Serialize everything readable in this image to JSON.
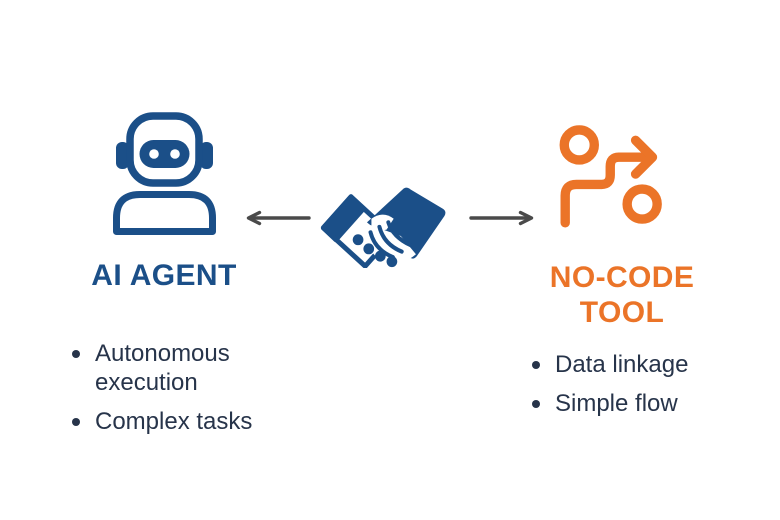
{
  "palette": {
    "blue": "#1b4f88",
    "orange": "#eb7428",
    "arrow_gray": "#4a4a4a",
    "body_text": "#27344a",
    "background": "#ffffff"
  },
  "left_panel": {
    "icon": "robot-icon",
    "title": "AI AGENT",
    "bullets": [
      "Autonomous execution",
      "Complex tasks"
    ]
  },
  "center": {
    "icon": "handshake-icon",
    "arrows": [
      "arrow-left-icon",
      "arrow-right-icon"
    ]
  },
  "right_panel": {
    "icon": "no-code-flow-icon",
    "title": "NO-CODE TOOL",
    "bullets": [
      "Data linkage",
      "Simple flow"
    ]
  }
}
